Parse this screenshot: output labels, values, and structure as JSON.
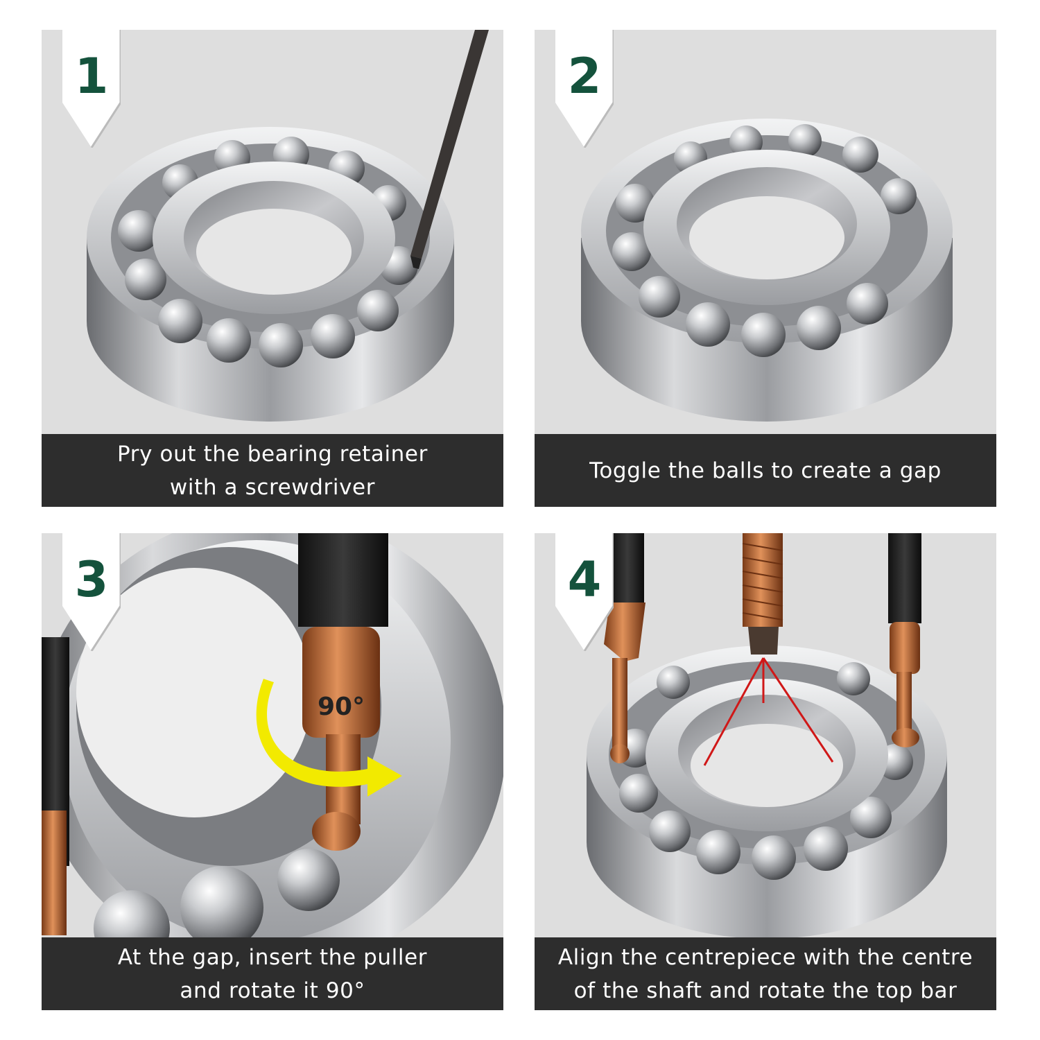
{
  "steps": [
    {
      "number": "1",
      "caption_line1": "Pry out the bearing retainer",
      "caption_line2": "with a screwdriver"
    },
    {
      "number": "2",
      "caption_line1": "Toggle the balls to create a gap",
      "caption_line2": ""
    },
    {
      "number": "3",
      "caption_line1": "At the gap, insert the puller",
      "caption_line2": "and rotate it 90°",
      "angle_label": "90°"
    },
    {
      "number": "4",
      "caption_line1": "Align the centrepiece with the centre",
      "caption_line2": "of the shaft and rotate the top bar"
    }
  ],
  "colors": {
    "badge_text": "#14523c",
    "caption_bg": "#2d2d2d",
    "panel_bg": "#dedede",
    "arrow": "#f2ea00",
    "copper": "#b8683a",
    "guide_line": "#d01818"
  },
  "icons": [
    "bearing-icon",
    "screwdriver-icon",
    "rotate-arrow-icon",
    "puller-icon"
  ]
}
